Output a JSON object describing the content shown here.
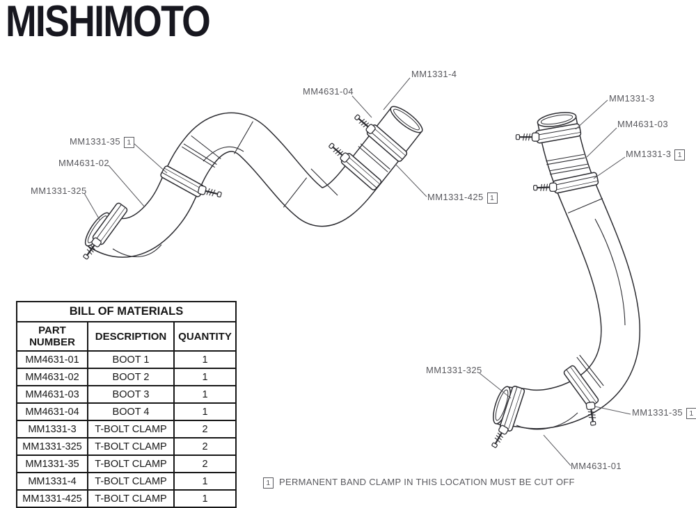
{
  "brand": "MISHIMOTO",
  "bom": {
    "title": "BILL OF MATERIALS",
    "columns": [
      "PART NUMBER",
      "DESCRIPTION",
      "QUANTITY"
    ],
    "rows": [
      [
        "MM4631-01",
        "BOOT 1",
        "1"
      ],
      [
        "MM4631-02",
        "BOOT 2",
        "1"
      ],
      [
        "MM4631-03",
        "BOOT 3",
        "1"
      ],
      [
        "MM4631-04",
        "BOOT 4",
        "1"
      ],
      [
        "MM1331-3",
        "T-BOLT CLAMP",
        "2"
      ],
      [
        "MM1331-325",
        "T-BOLT CLAMP",
        "2"
      ],
      [
        "MM1331-35",
        "T-BOLT CLAMP",
        "2"
      ],
      [
        "MM1331-4",
        "T-BOLT CLAMP",
        "1"
      ],
      [
        "MM1331-425",
        "T-BOLT CLAMP",
        "1"
      ]
    ]
  },
  "labels": {
    "l_clamp35": {
      "text": "MM1331-35",
      "flag": "1"
    },
    "l_boot2": {
      "text": "MM4631-02"
    },
    "l_clamp325": {
      "text": "MM1331-325"
    },
    "l_clamp4": {
      "text": "MM1331-4"
    },
    "l_boot4": {
      "text": "MM4631-04"
    },
    "l_clamp425": {
      "text": "MM1331-425",
      "flag": "1"
    },
    "r_clamp3": {
      "text": "MM1331-3"
    },
    "r_boot3": {
      "text": "MM4631-03"
    },
    "r_clamp3b": {
      "text": "MM1331-3",
      "flag": "1"
    },
    "r_clamp325": {
      "text": "MM1331-325"
    },
    "r_clamp35": {
      "text": "MM1331-35",
      "flag": "1"
    },
    "r_boot1": {
      "text": "MM4631-01"
    }
  },
  "footnote": {
    "flag": "1",
    "text": "PERMANENT BAND CLAMP IN THIS LOCATION MUST BE CUT OFF"
  },
  "colors": {
    "ink": "#2b2b30",
    "label_gray": "#58585d",
    "logo": "#17171f"
  }
}
